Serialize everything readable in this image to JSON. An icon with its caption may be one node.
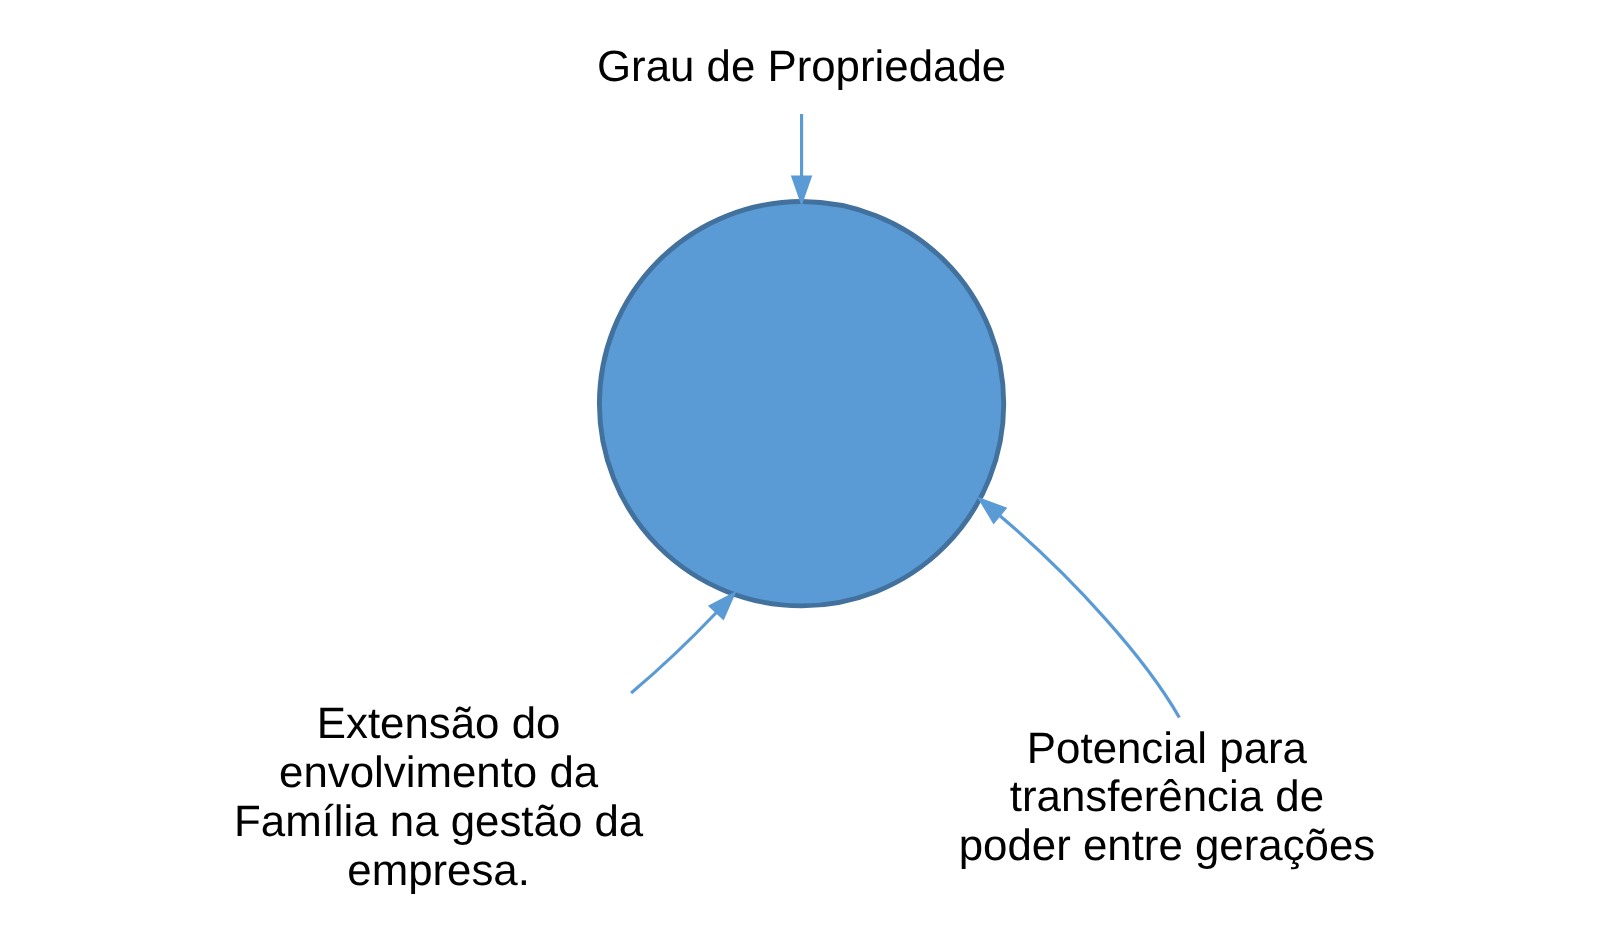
{
  "diagram": {
    "nodes": [
      {
        "text": [
          "Grau de Propriedade"
        ]
      },
      {
        "text": [],
        "shape": "circle"
      },
      {
        "text": [
          "Extensão do envolvimento da Família na gestão da empresa."
        ]
      },
      {
        "text": [
          "Potencial para transferência de poder entre gerações"
        ]
      }
    ],
    "edges": [
      {
        "from": 0,
        "to": 1,
        "arrow": "to"
      },
      {
        "from": 2,
        "to": 1,
        "arrow": "to"
      },
      {
        "from": 3,
        "to": 1,
        "arrow": "to"
      }
    ]
  }
}
